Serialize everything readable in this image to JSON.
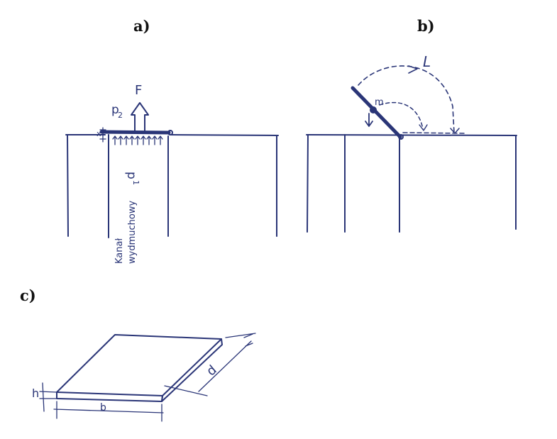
{
  "panels": {
    "a": {
      "label": "a)",
      "force_label": "F",
      "pressure_top": "p",
      "pressure_top_sub": "2",
      "pressure_bottom": "p",
      "pressure_bottom_sub": "1",
      "gap_label": "x",
      "channel_label_line1": "Kanał",
      "channel_label_line2": "wydmuchowy"
    },
    "b": {
      "label": "b)",
      "length_label": "L",
      "mass_label": "m"
    },
    "c": {
      "label": "c)",
      "height_label": "h",
      "width_label": "b",
      "depth_label": "d"
    }
  },
  "colors": {
    "ink": "#2a3577",
    "text": "#111111"
  }
}
